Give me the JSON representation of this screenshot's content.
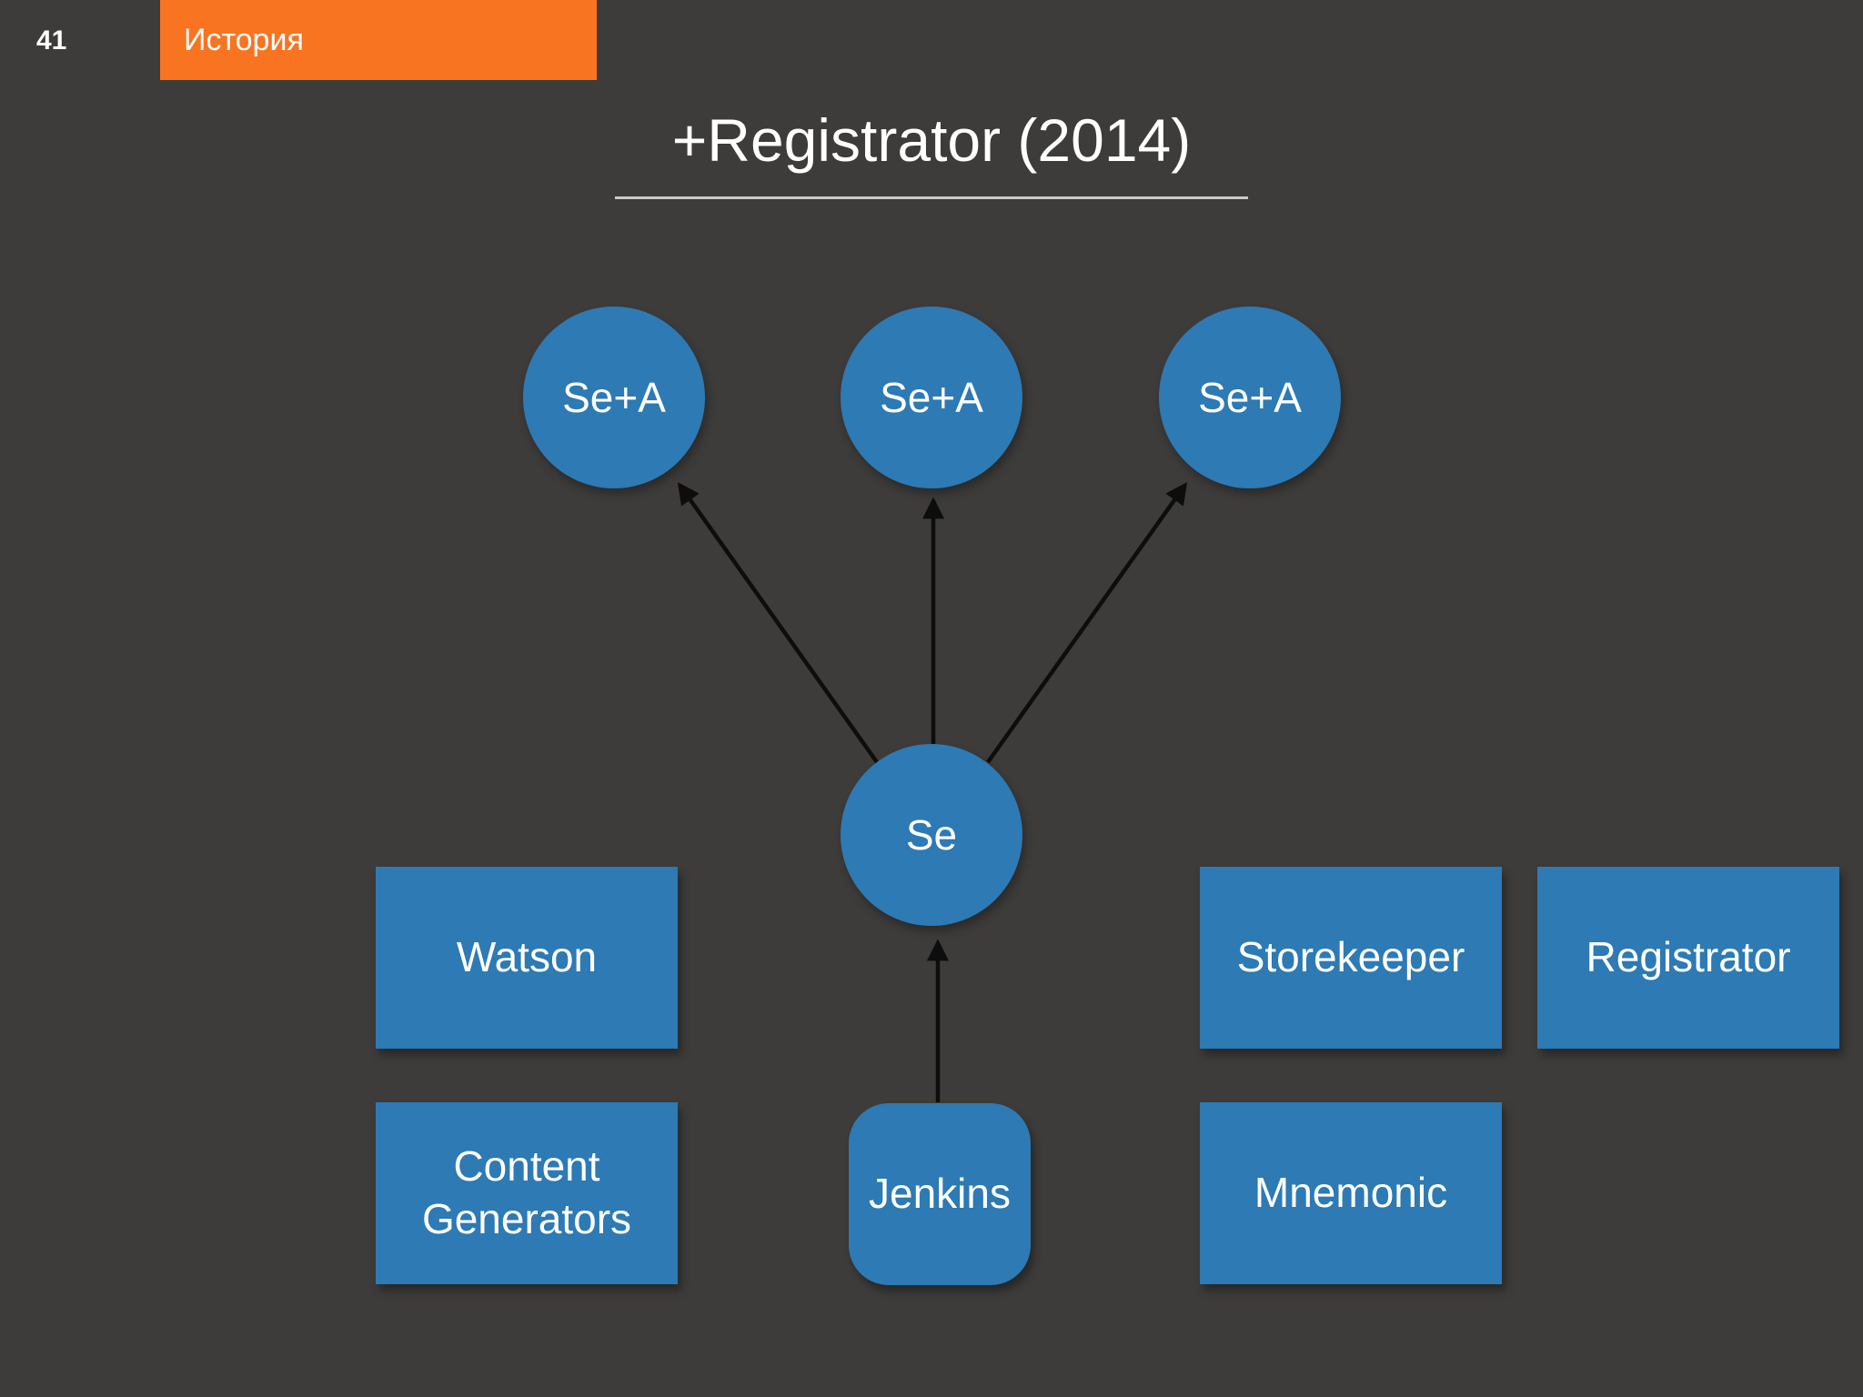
{
  "slide": {
    "page_number": "41",
    "section_label": "История",
    "title": "+Registrator (2014)"
  },
  "colors": {
    "background": "#3d3c3a",
    "accent_orange": "#f97421",
    "node_blue": "#2d7ab4",
    "text": "#ffffff",
    "arrow": "#0d0d0d",
    "title_underline": "#c9c9c9"
  },
  "diagram": {
    "circle_nodes": [
      {
        "id": "sea-1",
        "label": "Se+A"
      },
      {
        "id": "sea-2",
        "label": "Se+A"
      },
      {
        "id": "sea-3",
        "label": "Se+A"
      },
      {
        "id": "se",
        "label": "Se"
      }
    ],
    "box_nodes": [
      {
        "id": "watson",
        "label": "Watson"
      },
      {
        "id": "content-generators",
        "label": "Content Generators"
      },
      {
        "id": "jenkins",
        "label": "Jenkins"
      },
      {
        "id": "storekeeper",
        "label": "Storekeeper"
      },
      {
        "id": "registrator",
        "label": "Registrator"
      },
      {
        "id": "mnemonic",
        "label": "Mnemonic"
      }
    ],
    "arrows": [
      {
        "from": "se",
        "to": "sea-1"
      },
      {
        "from": "se",
        "to": "sea-2"
      },
      {
        "from": "se",
        "to": "sea-3"
      },
      {
        "from": "jenkins",
        "to": "se"
      }
    ]
  }
}
